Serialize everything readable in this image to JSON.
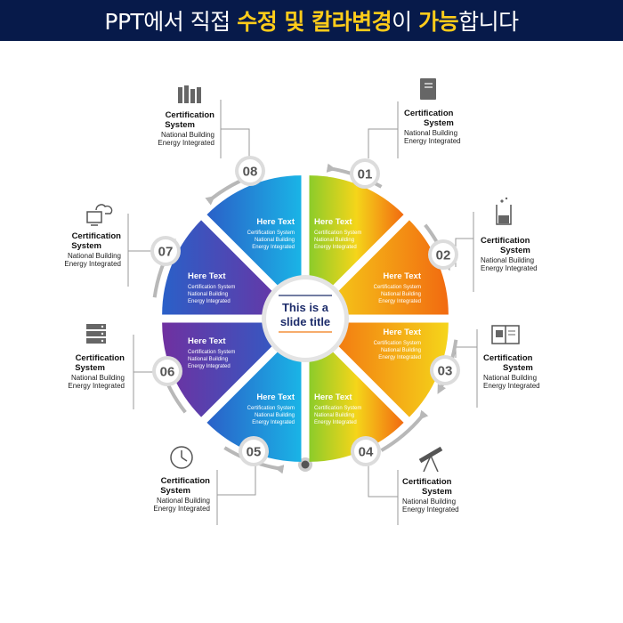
{
  "banner": {
    "part1": "PPT에서 직접 ",
    "part2": "수정 및 칼라변경",
    "part3": "이 ",
    "part4": "가능",
    "part5": "합니다"
  },
  "center": {
    "line1": "This is a",
    "line2": "slide title"
  },
  "segments": [
    {
      "title": "Here Text",
      "lines": [
        "Certification System",
        "National Building",
        "Energy Integrated"
      ]
    },
    {
      "title": "Here Text",
      "lines": [
        "Certification System",
        "National Building",
        "Energy Integrated"
      ]
    },
    {
      "title": "Here Text",
      "lines": [
        "Certification System",
        "National Building",
        "Energy Integrated"
      ]
    },
    {
      "title": "Here Text",
      "lines": [
        "Certification System",
        "National Building",
        "Energy Integrated"
      ]
    },
    {
      "title": "Here Text",
      "lines": [
        "Certification System",
        "National Building",
        "Energy Integrated"
      ]
    },
    {
      "title": "Here Text",
      "lines": [
        "Certification System",
        "National Building",
        "Energy Integrated"
      ]
    },
    {
      "title": "Here Text",
      "lines": [
        "Certification System",
        "National Building",
        "Energy Integrated"
      ]
    },
    {
      "title": "Here Text",
      "lines": [
        "Certification System",
        "National Building",
        "Energy Integrated"
      ]
    }
  ],
  "badges": [
    "01",
    "02",
    "03",
    "04",
    "05",
    "06",
    "07",
    "08"
  ],
  "labels": [
    {
      "num": "01",
      "icon": "book-icon",
      "head1": "Certification",
      "head2": "System",
      "body1": "National Building",
      "body2": "Energy Integrated"
    },
    {
      "num": "02",
      "icon": "beaker-icon",
      "head1": "Certification",
      "head2": "System",
      "body1": "National Building",
      "body2": "Energy Integrated"
    },
    {
      "num": "03",
      "icon": "open-book-icon",
      "head1": "Certification",
      "head2": "System",
      "body1": "National Building",
      "body2": "Energy Integrated"
    },
    {
      "num": "04",
      "icon": "telescope-icon",
      "head1": "Certification",
      "head2": "System",
      "body1": "National Building",
      "body2": "Energy Integrated"
    },
    {
      "num": "05",
      "icon": "clock-icon",
      "head1": "Certification",
      "head2": "System",
      "body1": "National Building",
      "body2": "Energy Integrated"
    },
    {
      "num": "06",
      "icon": "server-icon",
      "head1": "Certification",
      "head2": "System",
      "body1": "National Building",
      "body2": "Energy Integrated"
    },
    {
      "num": "07",
      "icon": "cloud-computer-icon",
      "head1": "Certification",
      "head2": "System",
      "body1": "National Building",
      "body2": "Energy Integrated"
    },
    {
      "num": "08",
      "icon": "books-icon",
      "head1": "Certification",
      "head2": "System",
      "body1": "National Building",
      "body2": "Energy Integrated"
    }
  ],
  "colors": {
    "banner_bg": "#071a4a",
    "banner_text": "#ffffff",
    "banner_highlight": "#ffcc1a",
    "center_title": "#1e2d6b",
    "center_rule_top": "#1e2d6b",
    "center_rule_bottom": "#f07a14",
    "ring_grey": "#b8b8b8",
    "yellow": "#f5d51a",
    "orange": "#f26a10",
    "green": "#8ccc2a",
    "cyan": "#1ab4e6",
    "blue": "#2a60c8",
    "purple": "#7030a0"
  }
}
